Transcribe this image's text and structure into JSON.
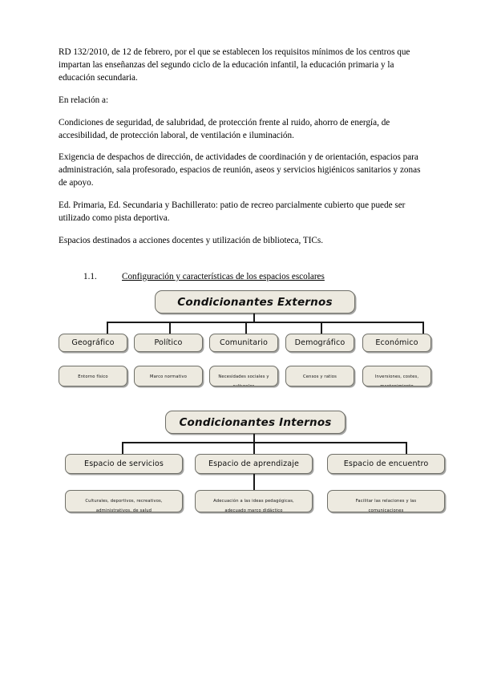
{
  "document": {
    "paragraphs": [
      "RD 132/2010, de 12 de febrero, por el que se establecen los requisitos mínimos de los centros que impartan las enseñanzas del segundo ciclo de la educación infantil, la educación primaria y la educación secundaria.",
      "En relación a:",
      "Condiciones de seguridad, de salubridad, de protección frente al ruido, ahorro de energía, de accesibilidad, de protección laboral, de ventilación e iluminación.",
      "Exigencia de despachos de dirección, de actividades de coordinación y de orientación, espacios para administración, sala profesorado, espacios de reunión, aseos y servicios higiénicos sanitarios y zonas de apoyo.",
      "Ed. Primaria, Ed. Secundaria y Bachillerato: patio de recreo parcialmente cubierto que puede ser utilizado como pista deportiva.",
      "Espacios destinados a acciones docentes y utilización de biblioteca, TICs."
    ],
    "section_heading": {
      "number": "1.1.",
      "text": "Configuración y características de los espacios escolares"
    }
  },
  "diagrams": [
    {
      "id": "externos",
      "root": "Condicionantes Externos",
      "children": [
        {
          "label": "Geográfico",
          "detail_line1": "Entorno físico",
          "detail_line2": ""
        },
        {
          "label": "Político",
          "detail_line1": "Marco normativo",
          "detail_line2": ""
        },
        {
          "label": "Comunitario",
          "detail_line1": "Necesidades sociales y",
          "detail_line2": "culturales"
        },
        {
          "label": "Demográfico",
          "detail_line1": "Censos y ratios",
          "detail_line2": ""
        },
        {
          "label": "Económico",
          "detail_line1": "Inversiones, costes,",
          "detail_line2": "mantenimiento"
        }
      ]
    },
    {
      "id": "internos",
      "root": "Condicionantes Internos",
      "children": [
        {
          "label": "Espacio de servicios",
          "detail_line1": "Culturales, deportivos, recreativos,",
          "detail_line2": "administrativos, de salud"
        },
        {
          "label": "Espacio de aprendizaje",
          "detail_line1": "Adecuación a las ideas pedagógicas,",
          "detail_line2": "adecuado marco didáctico"
        },
        {
          "label": "Espacio de encuentro",
          "detail_line1": "Facilitar las relaciones y las",
          "detail_line2": "comunicaciones"
        }
      ]
    }
  ],
  "colors": {
    "node_fill": "#EDEAE0",
    "node_border": "#6F6F68",
    "connector": "#1A1A1A",
    "page_background": "#FFFFFF",
    "text": "#000000"
  }
}
